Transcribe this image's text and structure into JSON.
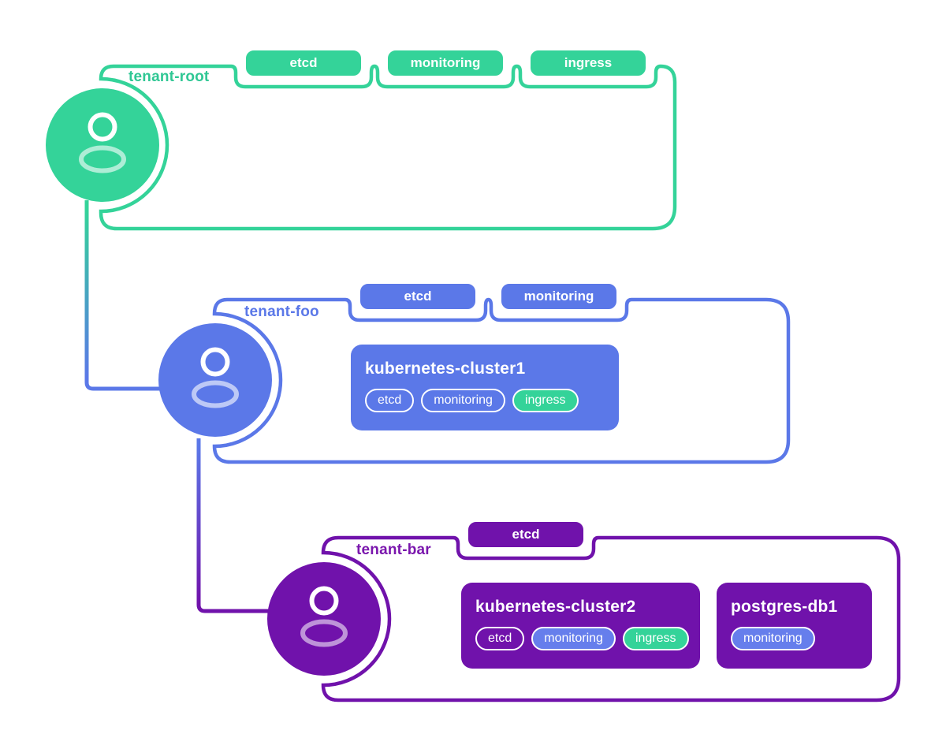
{
  "diagram": {
    "title_hint": "multi-tenant capabilities diagram",
    "colors": {
      "green": "#34d399",
      "blue": "#5b78e8",
      "blue_light": "#667eec",
      "purple": "#7012ab",
      "white": "#ffffff"
    },
    "tenants": [
      {
        "label": "tenant-root",
        "color": "green",
        "tags": [
          "etcd",
          "monitoring",
          "ingress"
        ],
        "workloads": []
      },
      {
        "label": "tenant-foo",
        "color": "blue",
        "tags": [
          "etcd",
          "monitoring"
        ],
        "workloads": [
          {
            "name": "kubernetes-cluster1",
            "pills": [
              {
                "label": "etcd",
                "style": "outline"
              },
              {
                "label": "monitoring",
                "style": "outline"
              },
              {
                "label": "ingress",
                "style": "green"
              }
            ]
          }
        ]
      },
      {
        "label": "tenant-bar",
        "color": "purple",
        "tags": [
          "etcd"
        ],
        "workloads": [
          {
            "name": "kubernetes-cluster2",
            "pills": [
              {
                "label": "etcd",
                "style": "outline"
              },
              {
                "label": "monitoring",
                "style": "blue"
              },
              {
                "label": "ingress",
                "style": "green"
              }
            ]
          },
          {
            "name": "postgres-db1",
            "pills": [
              {
                "label": "monitoring",
                "style": "blue"
              }
            ]
          }
        ]
      }
    ],
    "connectors": [
      {
        "from": "tenant-root",
        "to": "tenant-foo"
      },
      {
        "from": "tenant-foo",
        "to": "tenant-bar"
      }
    ]
  }
}
